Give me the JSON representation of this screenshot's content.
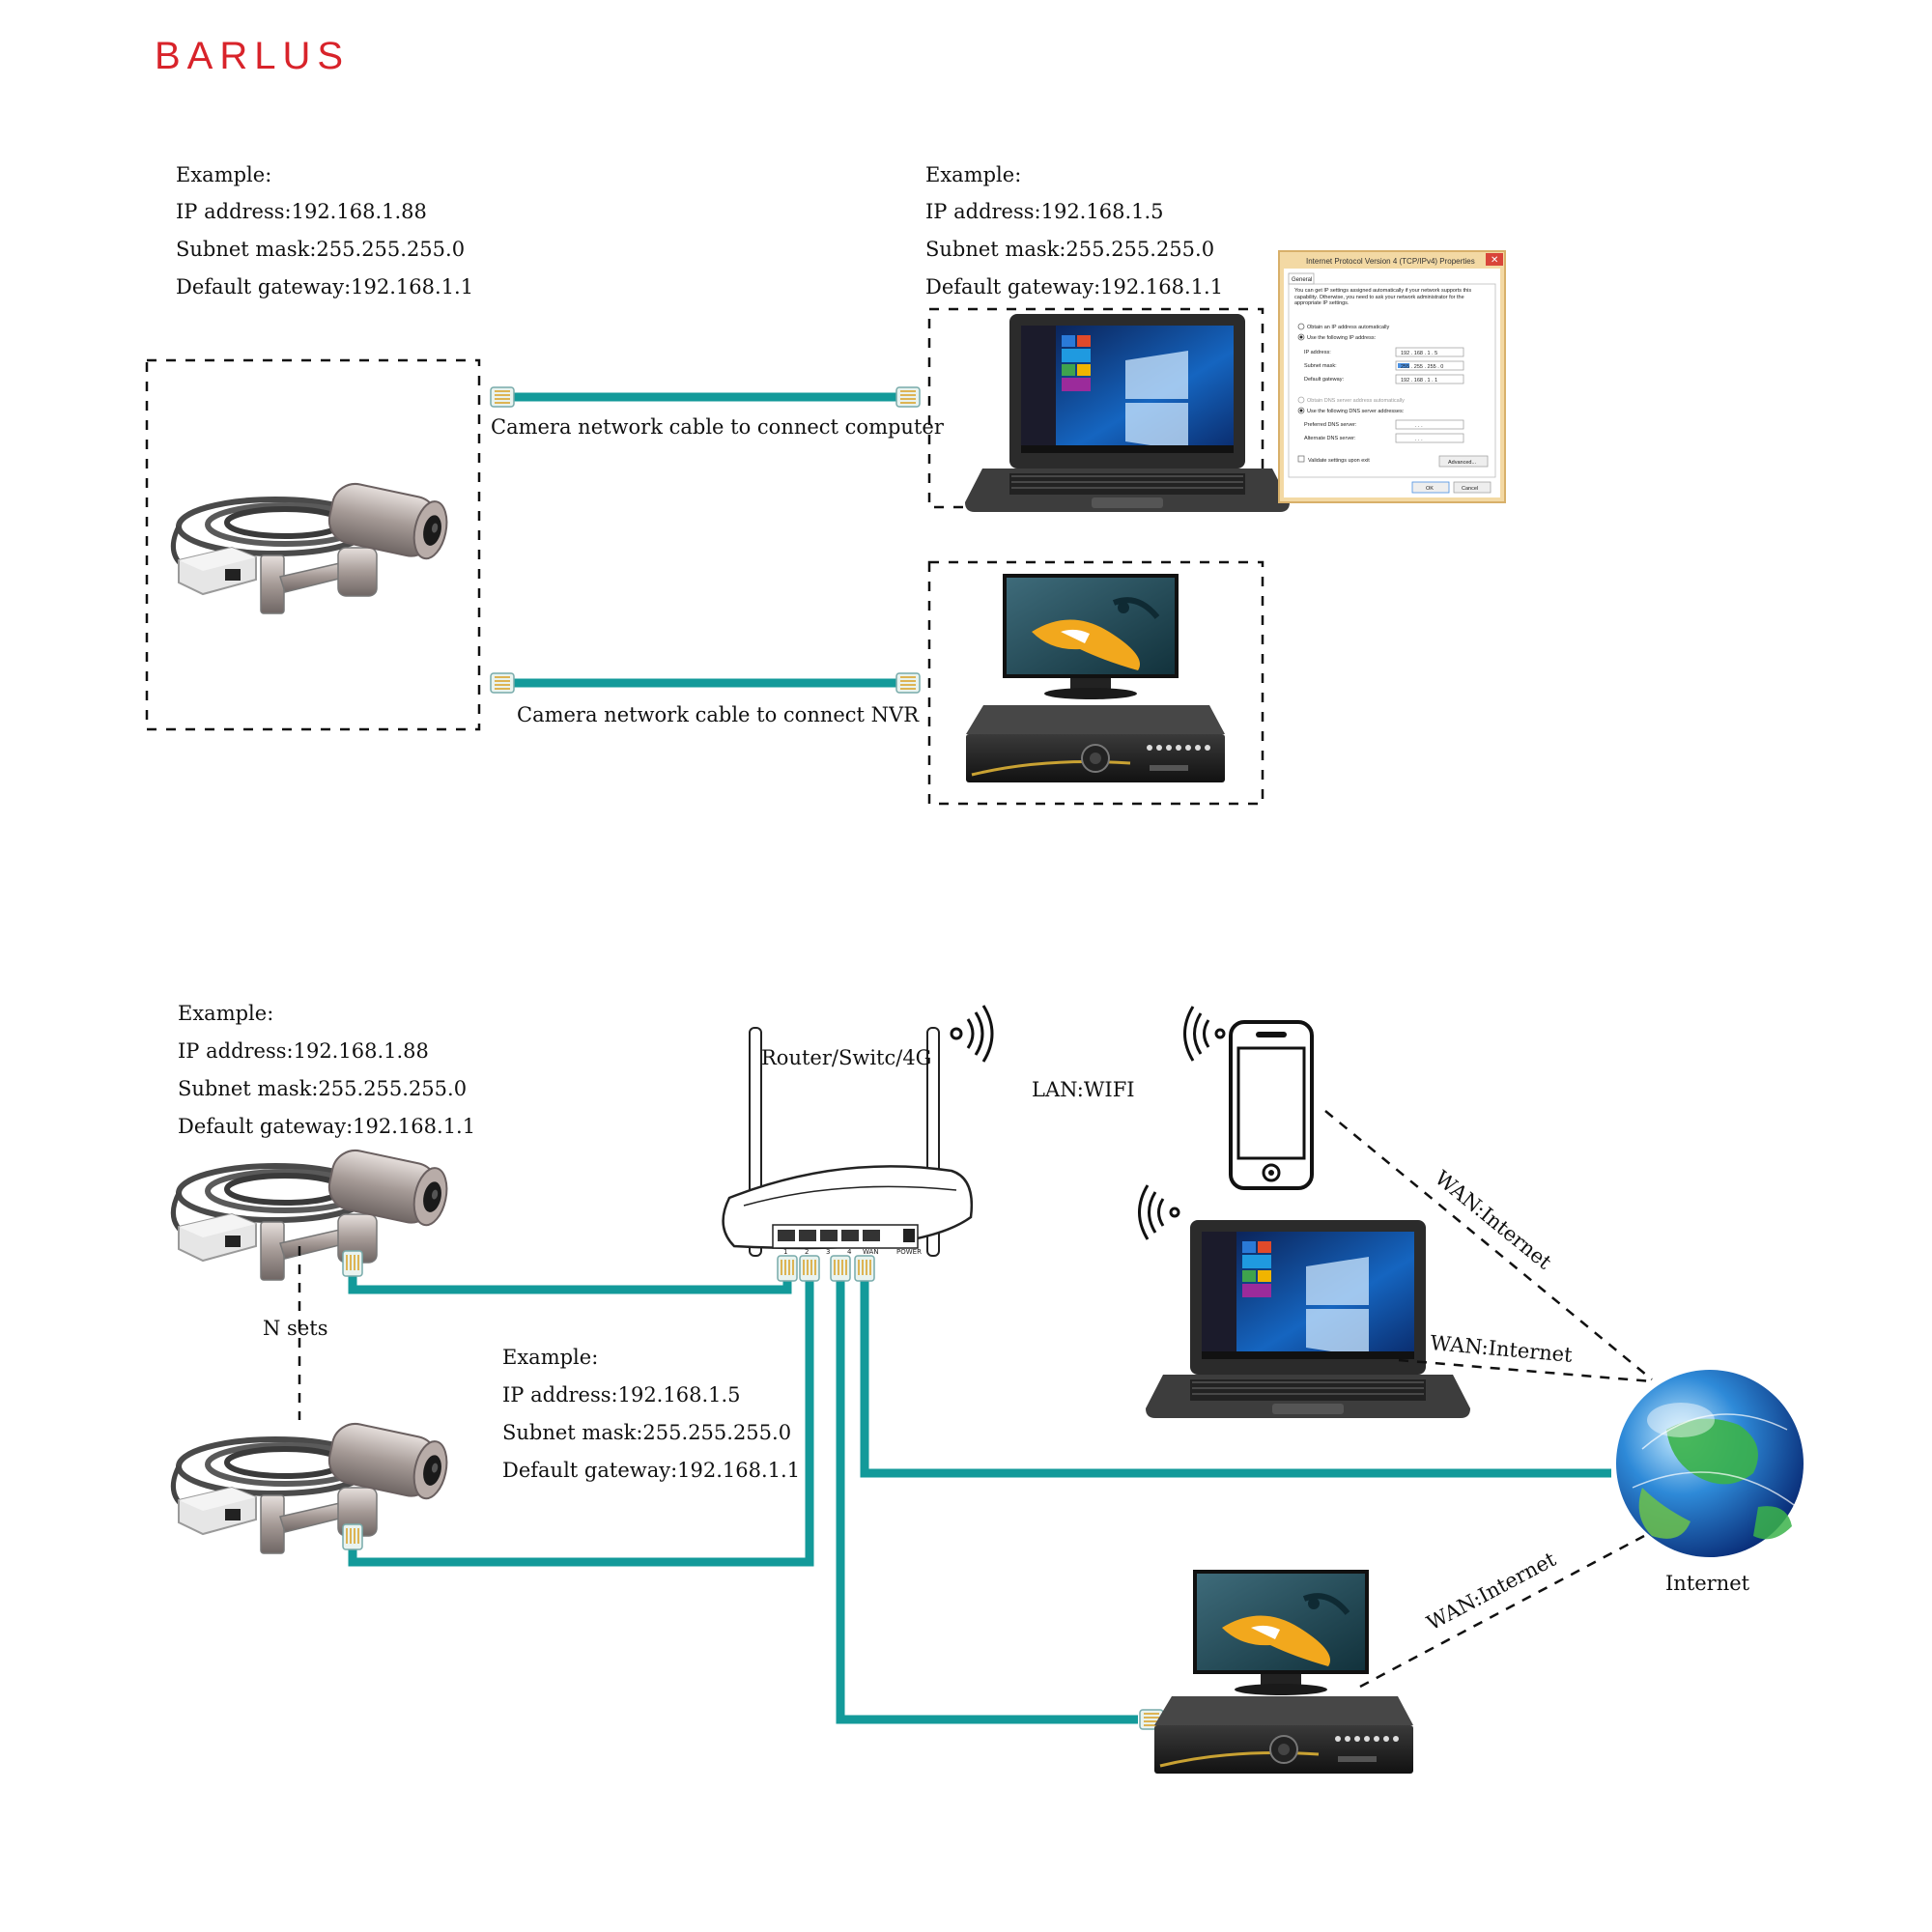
{
  "brand": {
    "name": "BARLUS",
    "color": "#d8232a"
  },
  "colors": {
    "cable": "#139a9a",
    "text": "#111111"
  },
  "top": {
    "camera_example": {
      "heading": "Example:",
      "ip": "IP address:192.168.1.88",
      "mask": "Subnet mask:255.255.255.0",
      "gateway": "Default gateway:192.168.1.1"
    },
    "computer_example": {
      "heading": "Example:",
      "ip": "IP address:192.168.1.5",
      "mask": "Subnet mask:255.255.255.0",
      "gateway": "Default gateway:192.168.1.1"
    },
    "cable_computer_label": "Camera network cable to connect computer",
    "cable_nvr_label": "Camera network cable to connect NVR",
    "ipv4_dialog": {
      "title": "Internet Protocol Version 4 (TCP/IPv4) Properties",
      "tab": "General",
      "description": "You can get IP settings assigned automatically if your network supports this capability. Otherwise, you need to ask your network administrator for the appropriate IP settings.",
      "auto_ip": "Obtain an IP address automatically",
      "use_ip": "Use the following IP address:",
      "ip_label": "IP address:",
      "ip_value": "192 . 168 . 1 . 5",
      "mask_label": "Subnet mask:",
      "mask_value": "255 . 255 . 255 . 0",
      "gw_label": "Default gateway:",
      "gw_value": "192 . 168 . 1 . 1",
      "auto_dns": "Obtain DNS server address automatically",
      "use_dns": "Use the following DNS server addresses:",
      "pref_dns": "Preferred DNS server:",
      "alt_dns": "Alternate DNS server:",
      "dns_empty": ".   .   .",
      "validate": "Validate settings upon exit",
      "advanced": "Advanced...",
      "ok": "OK",
      "cancel": "Cancel"
    }
  },
  "bottom": {
    "camera_example": {
      "heading": "Example:",
      "ip": "IP address:192.168.1.88",
      "mask": "Subnet mask:255.255.255.0",
      "gateway": "Default gateway:192.168.1.1"
    },
    "second_example": {
      "heading": "Example:",
      "ip": "IP address:192.168.1.5",
      "mask": "Subnet mask:255.255.255.0",
      "gateway": "Default gateway:192.168.1.1"
    },
    "router_label": "Router/Switc/4G",
    "lan_label": "LAN:WIFI",
    "n_sets_label": "N sets",
    "wan_phone": "WAN:Internet",
    "wan_laptop": "WAN:Internet",
    "wan_nvr": "WAN:Internet",
    "internet_label": "Internet",
    "router_ports": [
      "1",
      "2",
      "3",
      "4",
      "WAN"
    ],
    "router_power": "POWER"
  }
}
